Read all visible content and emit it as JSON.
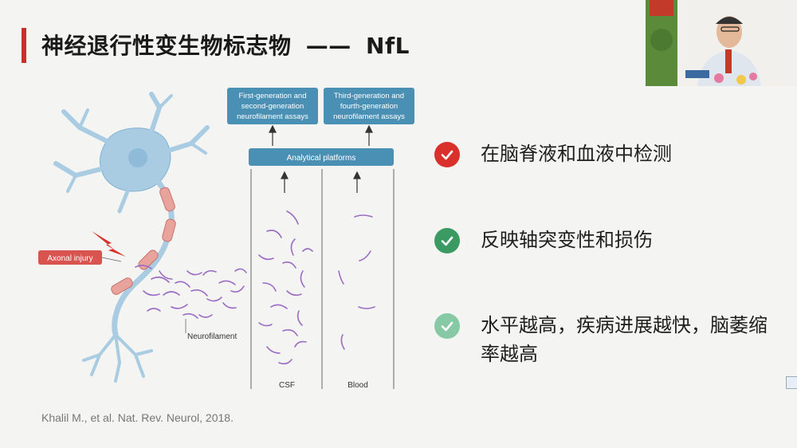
{
  "slide": {
    "title_main": "神经退行性变生物标志物",
    "title_sep": "——",
    "title_suffix": "NfL",
    "citation": "Khalil M., et al. Nat. Rev. Neurol, 2018."
  },
  "figure": {
    "box_left_line1": "First-generation and",
    "box_left_line2": "second-generation",
    "box_left_line3": "neurofilament assays",
    "box_right_line1": "Third-generation and",
    "box_right_line2": "fourth-generation",
    "box_right_line3": "neurofilament assays",
    "platforms": "Analytical platforms",
    "injury": "Axonal injury",
    "neurofilament": "Neurofilament",
    "csf": "CSF",
    "blood": "Blood"
  },
  "checks": [
    {
      "text": "在脑脊液和血液中检测",
      "color": "#d9302c"
    },
    {
      "text": "反映轴突变性和损伤",
      "color": "#3a9a62"
    },
    {
      "text": "水平越高，疾病进展越快，脑萎缩率越高",
      "color": "#86c9a4"
    }
  ],
  "icons": {
    "check": "check-icon",
    "lightning": "lightning-icon",
    "person": "presenter-video"
  }
}
